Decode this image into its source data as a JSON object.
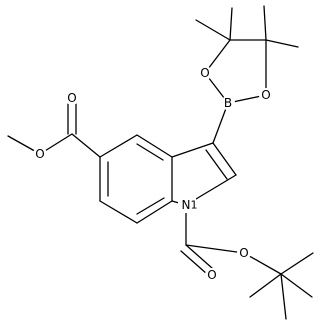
{
  "diagram": {
    "type": "chemical-structure",
    "atom_labels": {
      "o_top_left": "O",
      "o_top_right": "O",
      "boron": "B",
      "o_carbonyl_ester": "O",
      "o_methoxy": "O",
      "nitrogen": "N",
      "nitrogen_locant": "1",
      "o_carbonyl_boc": "O",
      "o_boc_ether": "O"
    },
    "colors": {
      "ink": "#000000",
      "background": "#ffffff"
    }
  }
}
